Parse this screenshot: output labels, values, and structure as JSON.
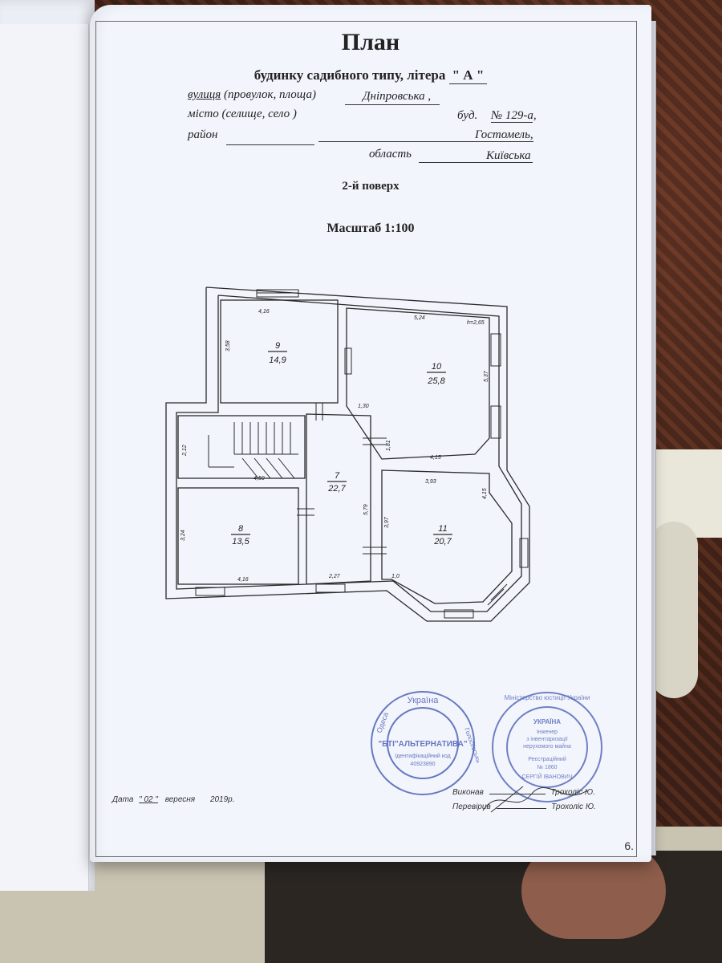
{
  "document": {
    "title": "План",
    "subtitle_prefix": "будинку садибного типу, літера",
    "litera": "\" А \"",
    "street_label": "вулиця",
    "street_label_rest": "(провулок, площа)",
    "street_value": "Дніпровська ,",
    "bud_label": "буд.",
    "bud_value": "№ 129-а,",
    "city_label": "місто (селище, село )",
    "city_value": "Гостомель,",
    "district_label": "район",
    "region_label": "область",
    "region_value": "Київська",
    "floor": "2-й поверх",
    "scale": "Масштаб 1:100"
  },
  "rooms": [
    {
      "num": "9",
      "area": "14,9"
    },
    {
      "num": "10",
      "area": "25,8"
    },
    {
      "num": "7",
      "area": "22,7"
    },
    {
      "num": "8",
      "area": "13,5"
    },
    {
      "num": "11",
      "area": "20,7"
    }
  ],
  "dimensions": {
    "d1": "4,16",
    "d2": "3,58",
    "d3": "5,24",
    "d4": "h=2,65",
    "d5": "5,37",
    "d6": "1,30",
    "d7": "1,81",
    "d8": "4,15",
    "d9": "2,12",
    "d10": "4,50",
    "d11": "3,93",
    "d12": "4,15",
    "d13": "5,79",
    "d14": "3,97",
    "d15": "3,24",
    "d16": "4,16",
    "d17": "2,27",
    "d18": "1,0"
  },
  "stamp_left": {
    "top": "Україна",
    "left": "Одеса",
    "right": "Голосіївська",
    "center": "\"БТІ\"АЛЬТЕРНАТИВА\"",
    "code_label": "Ідентифікаційний код",
    "code": "40923890"
  },
  "stamp_right": {
    "ring": "Міністерство юстиції України",
    "l1": "УКРАЇНА",
    "l2": "Інженер",
    "l3": "з інвентаризації",
    "l4": "нерухомого майна",
    "l5": "Реєстраційний",
    "l6": "№ 1860",
    "l7": "СЕРГІЙ ІВАНОВИЧ"
  },
  "signatures": {
    "executed_label": "Виконав",
    "executed_name": "Трохоліс Ю.",
    "checked_label": "Перевірив",
    "checked_name": "Трохоліс Ю."
  },
  "date": {
    "label": "Дата",
    "day": "\" 02 \"",
    "month": "вересня",
    "year": "2019р."
  },
  "page_number": "6."
}
